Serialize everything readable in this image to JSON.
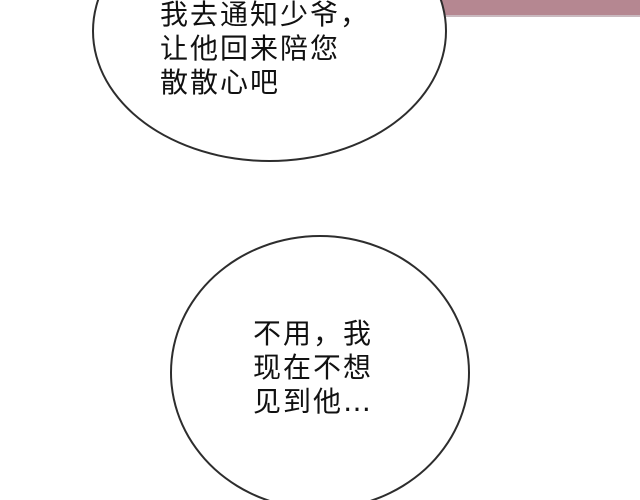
{
  "top_bubble": {
    "lines": [
      "我去通知少爷，",
      "让他回来陪您",
      "散散心吧"
    ]
  },
  "bottom_bubble": {
    "lines": [
      "不用，我",
      "现在不想",
      "见到他…"
    ]
  },
  "colors": {
    "background": "#ffffff",
    "bubble_border": "#2d2d2d",
    "text": "#111111",
    "accent_maroon": "#9a6b73"
  }
}
